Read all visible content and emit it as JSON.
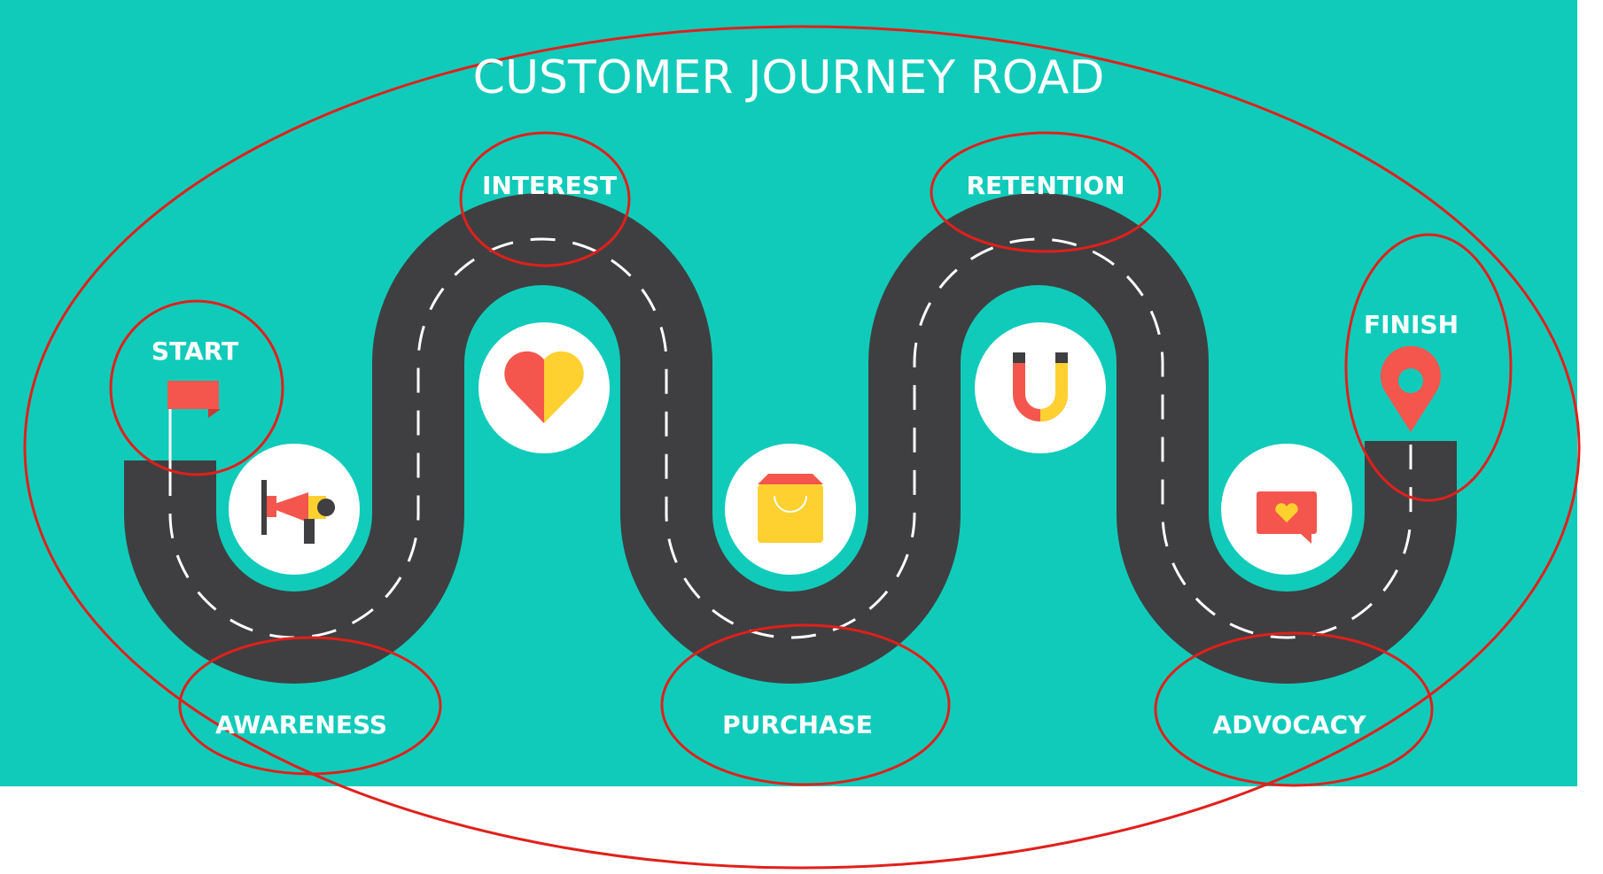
{
  "title": "CUSTOMER JOURNEY ROAD",
  "stages": {
    "start": "START",
    "awareness": "AWARENESS",
    "interest": "INTEREST",
    "purchase": "PURCHASE",
    "retention": "RETENTION",
    "advocacy": "ADVOCACY",
    "finish": "FINISH"
  },
  "icons": {
    "start": "flag-icon",
    "awareness": "megaphone-icon",
    "interest": "heart-icon",
    "purchase": "shopping-bag-icon",
    "retention": "magnet-icon",
    "advocacy": "chat-heart-icon",
    "finish": "location-pin-icon"
  },
  "colors": {
    "background": "#11CBBA",
    "road": "#3F3F41",
    "accent_red": "#F4564D",
    "accent_yellow": "#FFD130",
    "highlight_ring": "#E0201B"
  }
}
